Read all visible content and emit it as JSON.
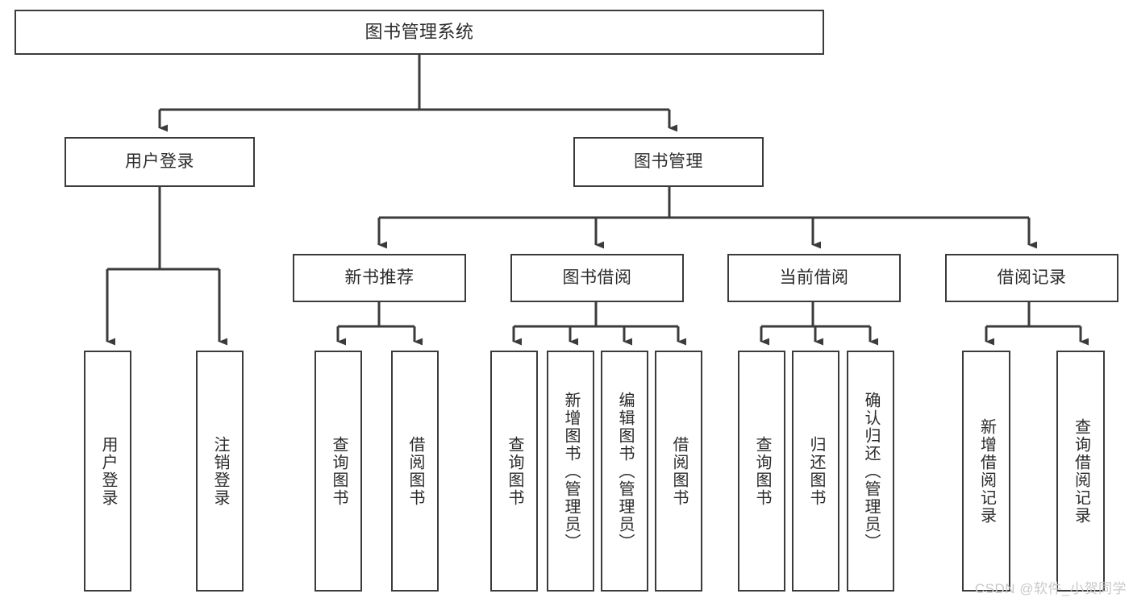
{
  "diagram": {
    "title": "图书管理系统",
    "type": "tree-structure-chart",
    "colors": {
      "background": "#ffffff",
      "box_border": "#3b3b3b",
      "box_fill": "#ffffff",
      "connector": "#3b3b3b",
      "text": "#2b2b2b",
      "watermark": "#c9c9c9"
    },
    "root": {
      "label": "图书管理系统"
    },
    "level2": [
      {
        "label": "用户登录"
      },
      {
        "label": "图书管理"
      }
    ],
    "level3": [
      {
        "label": "新书推荐"
      },
      {
        "label": "图书借阅"
      },
      {
        "label": "当前借阅"
      },
      {
        "label": "借阅记录"
      }
    ],
    "leaves": {
      "user_login": [
        {
          "label": "用户登录"
        },
        {
          "label": "注销登录"
        }
      ],
      "new_book_recommend": [
        {
          "label": "查询图书"
        },
        {
          "label": "借阅图书"
        }
      ],
      "book_borrow": [
        {
          "label": "查询图书"
        },
        {
          "label": "新增图书（管理员）"
        },
        {
          "label": "编辑图书（管理员）"
        },
        {
          "label": "借阅图书"
        }
      ],
      "current_borrow": [
        {
          "label": "查询图书"
        },
        {
          "label": "归还图书"
        },
        {
          "label": "确认归还（管理员）"
        }
      ],
      "borrow_record": [
        {
          "label": "新增借阅记录"
        },
        {
          "label": "查询借阅记录"
        }
      ]
    }
  },
  "watermark": {
    "text": "CSDN @软件_小贺同学"
  }
}
